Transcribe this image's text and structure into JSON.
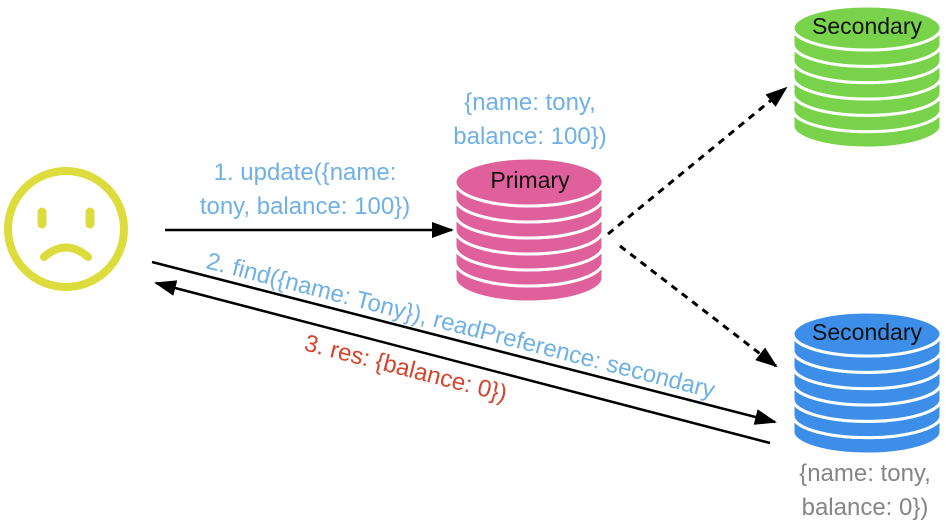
{
  "diagram": {
    "client": {
      "icon": "sad-face-icon",
      "color": "#dcdc3c"
    },
    "nodes": {
      "primary": {
        "name": "Primary",
        "color": "#e0609c",
        "data_line1": "{name: tony,",
        "data_line2": "balance: 100})"
      },
      "secondary_top": {
        "name": "Secondary",
        "color": "#78d34a"
      },
      "secondary_bottom": {
        "name": "Secondary",
        "color": "#3d8ee8",
        "data_line1": "{name: tony,",
        "data_line2": "balance: 0})"
      }
    },
    "steps": {
      "update": {
        "line1": "1. update({name:",
        "line2": "tony, balance: 100})"
      },
      "find": {
        "text": "2. find({name: Tony}), readPreference: secondary"
      },
      "res": {
        "text": "3. res: {balance: 0})"
      }
    },
    "colors": {
      "request_text": "#6fb0e6",
      "response_text": "#d6442b",
      "data_text_secondary": "#858585",
      "arrow": "#000000"
    }
  }
}
